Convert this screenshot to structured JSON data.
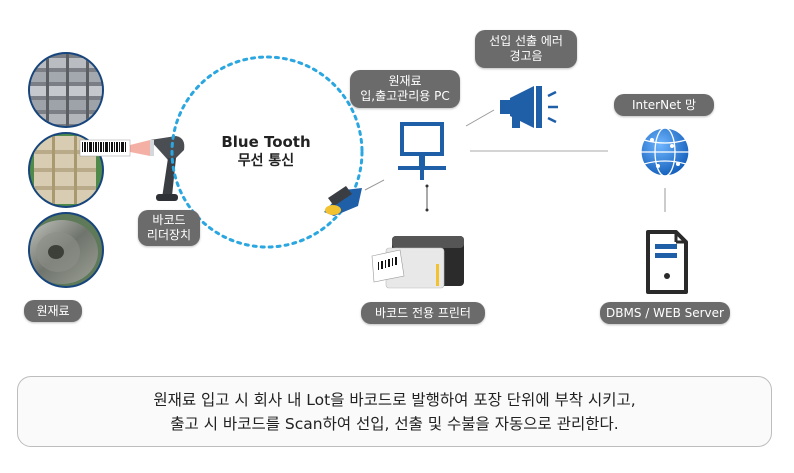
{
  "labels": {
    "raw_material": "원재료",
    "barcode_reader_line1": "바코드",
    "barcode_reader_line2": "리더장치",
    "bluetooth_line1": "Blue Tooth",
    "bluetooth_line2": "무선 통신",
    "pc_line1": "원재료",
    "pc_line2": "입,출고관리용 PC",
    "alarm_line1": "선입 선출 에러",
    "alarm_line2": "경고음",
    "internet": "InterNet 망",
    "printer": "바코드 전용 프린터",
    "server": "DBMS / WEB Server"
  },
  "caption": {
    "line1": "원재료 입고 시 회사 내 Lot을 바코드로 발행하여 포장 단위에 부착 시키고,",
    "line2": "출고 시 바코드를 Scan하여 선입, 선출 및 수불을 자동으로 관리한다."
  },
  "colors": {
    "pill": "#6b6b6b",
    "accent_blue": "#1f5fa8",
    "dotted_ring": "#2aa6e0",
    "circle_border": "#17457c"
  }
}
